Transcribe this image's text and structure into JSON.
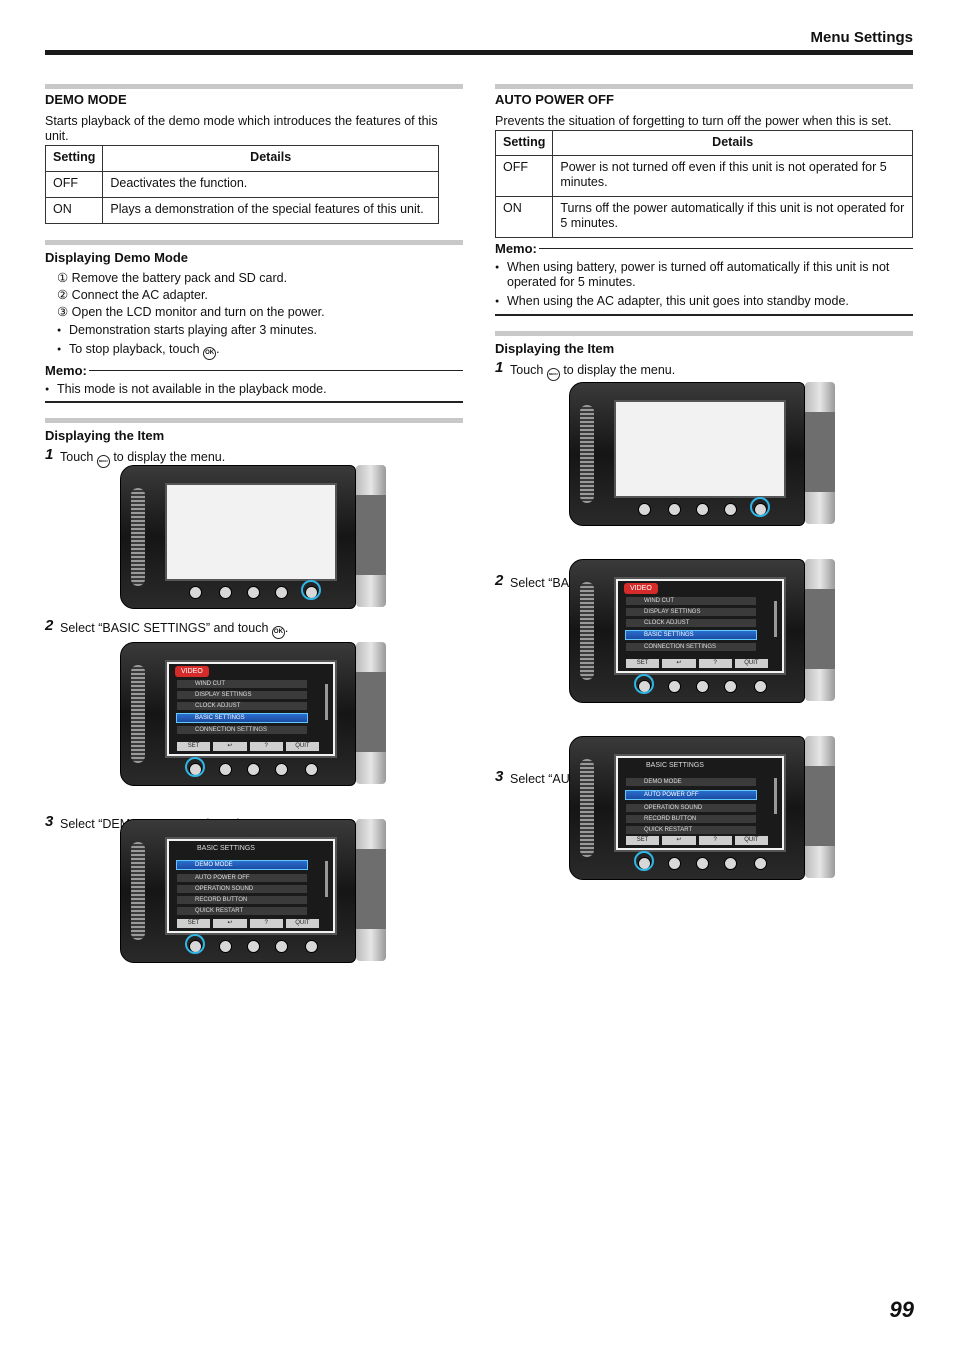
{
  "header": {
    "title": "Menu Settings"
  },
  "page_number": "99",
  "demo_mode": {
    "heading": "DEMO MODE",
    "intro": "Starts playback of the demo mode which introduces the features of this unit.",
    "table": {
      "headers": [
        "Setting",
        "Details"
      ],
      "rows": [
        [
          "OFF",
          "Deactivates the function."
        ],
        [
          "ON",
          "Plays a demonstration of the special features of this unit."
        ]
      ]
    }
  },
  "displaying_demo": {
    "heading": "Displaying Demo Mode",
    "steps": [
      "① Remove the battery pack and SD card.",
      "② Connect the AC adapter.",
      "③ Open the LCD monitor and turn on the power."
    ],
    "bullet1": "Demonstration starts playing after 3 minutes.",
    "bullet2_pre": "To stop playback, touch",
    "bullet2_post": ".",
    "memo_label": "Memo:",
    "memo_note": "This mode is not available in the playback mode."
  },
  "left_item": {
    "heading": "Displaying the Item",
    "step1_pre": "Touch",
    "step1_post": "to display the menu.",
    "step2_pre": "Select “BASIC SETTINGS” and touch",
    "step2_post": ".",
    "step3_pre": "Select “DEMO MODE” and touch",
    "step3_post": "."
  },
  "auto_power_off": {
    "heading": "AUTO POWER OFF",
    "intro": "Prevents the situation of forgetting to turn off the power when this is set.",
    "table": {
      "headers": [
        "Setting",
        "Details"
      ],
      "rows": [
        [
          "OFF",
          "Power is not turned off even if this unit is not operated for 5 minutes."
        ],
        [
          "ON",
          "Turns off the power automatically if this unit is not operated for 5 minutes."
        ]
      ]
    },
    "memo_label": "Memo:",
    "memo_notes": [
      "When using battery, power is turned off automatically if this unit is not operated for 5 minutes.",
      "When using the AC adapter, this unit goes into standby mode."
    ]
  },
  "right_item": {
    "heading": "Displaying the Item",
    "step1_pre": "Touch",
    "step1_post": "to display the menu.",
    "step2_pre": "Select “BASIC SETTINGS” and touch",
    "step2_post": ".",
    "step3_pre": "Select “AUTO POWER OFF” and touch",
    "step3_post": "."
  },
  "step_numbers": [
    "1",
    "2",
    "3"
  ],
  "icons": {
    "ok": "OK",
    "menu": "MENU"
  },
  "menu_video": {
    "title": "VIDEO",
    "items": [
      "WIND CUT",
      "DISPLAY SETTINGS",
      "CLOCK ADJUST",
      "BASIC SETTINGS",
      "CONNECTION SETTINGS"
    ],
    "bar": [
      "SET",
      "↩",
      "?",
      "QUIT"
    ]
  },
  "menu_basic": {
    "title": "BASIC SETTINGS",
    "items": [
      "DEMO MODE",
      "AUTO POWER OFF",
      "OPERATION SOUND",
      "RECORD BUTTON",
      "QUICK RESTART"
    ],
    "bar": [
      "SET",
      "↩",
      "?",
      "QUIT"
    ]
  }
}
